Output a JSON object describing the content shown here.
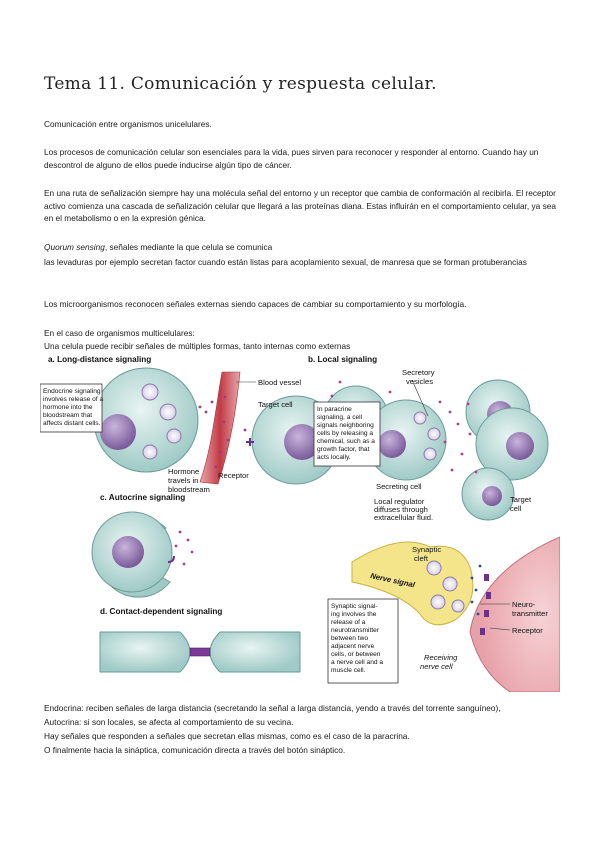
{
  "title": "Tema 11. Comunicación y respuesta celular.",
  "p1": "Comunicación entre organismos unicelulares.",
  "p2": "Los procesos de comunicación celular son esenciales para la vida, pues sirven para reconocer y responder al entorno. Cuando hay un descontrol de alguno de ellos puede inducirse algún tipo de cáncer.",
  "p3": "En una ruta de señalización siempre hay una molécula señal del entorno y un receptor que cambia de conformación al recibirla. El receptor activo comienza una cascada de señalización celular que llegará a las proteínas diana. Estas influirán en el comportamiento celular, ya sea en el metabolismo o en la expresión génica.",
  "p4_italic": "Quorum sensing",
  "p4_rest": ", señales mediante la que celula se comunica",
  "p4b": "las levaduras por ejemplo secretan factor cuando están listas para acoplamiento sexual, de manresa que se forman protuberancias",
  "p5": "Los microorganismos reconocen señales externas siendo capaces de cambiar su comportamiento y su morfología.",
  "p6": "En el caso de organismos multicelulares:",
  "p7": "Una celula puede recibir señales de múltiples formas, tanto internas como externas",
  "figure": {
    "a_title": "a. Long-distance signaling",
    "a_box": [
      "Endocrine signaling",
      "involves release of a",
      "hormone into the",
      "bloodstream that",
      "affects distant cells."
    ],
    "blood_vessel": "Blood vessel",
    "target_cell": "Target cell",
    "hormone": [
      "Hormone",
      "travels in",
      "bloodstream"
    ],
    "receptor": "Receptor",
    "b_title": "b. Local signaling",
    "secretory": [
      "Secretory",
      "vesicles"
    ],
    "b_box": [
      "In paracrine",
      "signaling, a cell",
      "signals neighboring",
      "cells by releasing a",
      "chemical, such as a",
      "growth factor, that",
      "acts locally."
    ],
    "secreting_cell": "Secreting cell",
    "local_reg": [
      "Local regulator",
      "diffuses through",
      "extracellular fluid."
    ],
    "target_cell_b": [
      "Target",
      "cell"
    ],
    "c_title": "c. Autocrine signaling",
    "d_title": "d. Contact-dependent signaling",
    "synaptic": [
      "Synaptic",
      "cleft"
    ],
    "nerve_signal": "Nerve signal",
    "syn_box": [
      "Synaptic signal-",
      "ing involves the",
      "release of a",
      "neurotransmitter",
      "between two",
      "adjacent nerve",
      "cells, or between",
      "a nerve cell and a",
      "muscle cell."
    ],
    "neurotransmitter": [
      "Neuro-",
      "transmitter"
    ],
    "receptor_e": "Receptor",
    "receiving": [
      "Receiving",
      "nerve cell"
    ]
  },
  "b1": "Endocrina: reciben señales de larga distancia (secretando la señal a larga distancia, yendo a través del torrente sanguíneo),",
  "b2": "Autocrina: si son locales, se afecta al comportamiento de su vecina.",
  "b3": "Hay señales que responden a  señales que secretan ellas mismas, como es el caso de la paracrina.",
  "b4": "O finalmente hacia la sináptica, comunicación directa a través del botón sináptico."
}
